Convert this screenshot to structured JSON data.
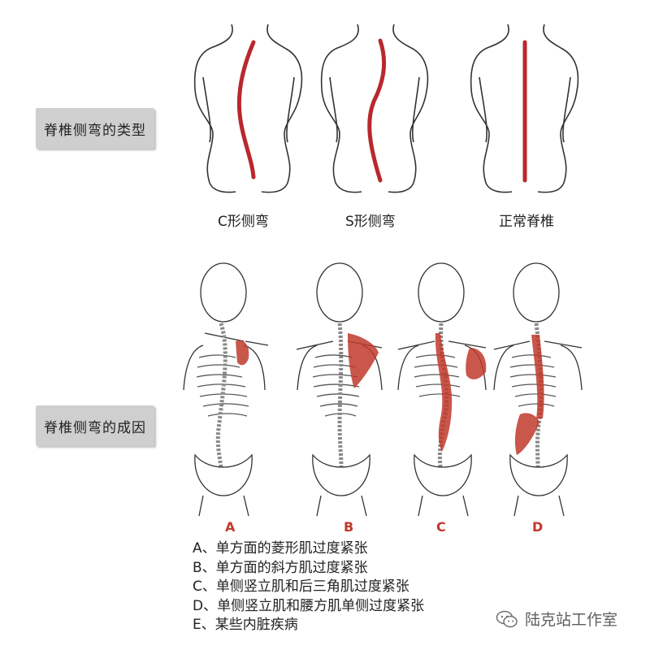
{
  "sections": {
    "types_label": "脊椎侧弯的类型",
    "causes_label": "脊椎侧弯的成因"
  },
  "types": [
    {
      "label": "C形侧弯"
    },
    {
      "label": "S形侧弯"
    },
    {
      "label": "正常脊椎"
    }
  ],
  "skeletons": [
    {
      "letter": "A"
    },
    {
      "letter": "B"
    },
    {
      "letter": "C"
    },
    {
      "letter": "D"
    }
  ],
  "causes": [
    "A、单方面的菱形肌过度紧张",
    "B、单方面的斜方肌过度紧张",
    "C、单侧竖立肌和后三角肌过度紧张",
    "D、单侧竖立肌和腰方肌单侧过度紧张",
    "E、某些内脏疾病"
  ],
  "watermark": {
    "text": "陆克站工作室",
    "icon": "wechat-icon"
  },
  "colors": {
    "spine": "#b8282e",
    "muscle": "#c0392b",
    "outline": "#333333",
    "tag_bg": "#cfcfcf"
  }
}
